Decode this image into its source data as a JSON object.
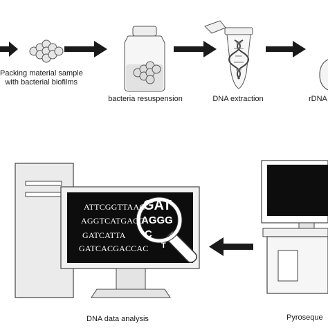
{
  "labels": {
    "step1": "Packing material sample",
    "step1_line2": "with bacterial biofilms",
    "step2": "bacteria resuspension",
    "step3": "DNA extraction",
    "step4": "rDNA",
    "step5": "Pyroseque",
    "step6": "DNA data analysis"
  },
  "screen": {
    "lines": [
      "ATTCGGTTAAC",
      "AGGTCATGACC",
      "GATCATTA",
      "GATCACGACCAC"
    ],
    "magnified": {
      "big": "GAT",
      "mid": "AGGG",
      "small": "C",
      "tail": "T"
    }
  },
  "colors": {
    "arrow": "#1a1a1a",
    "screen": "#0d0d0d",
    "outline": "#222222",
    "fill": "#f4f4f4"
  }
}
